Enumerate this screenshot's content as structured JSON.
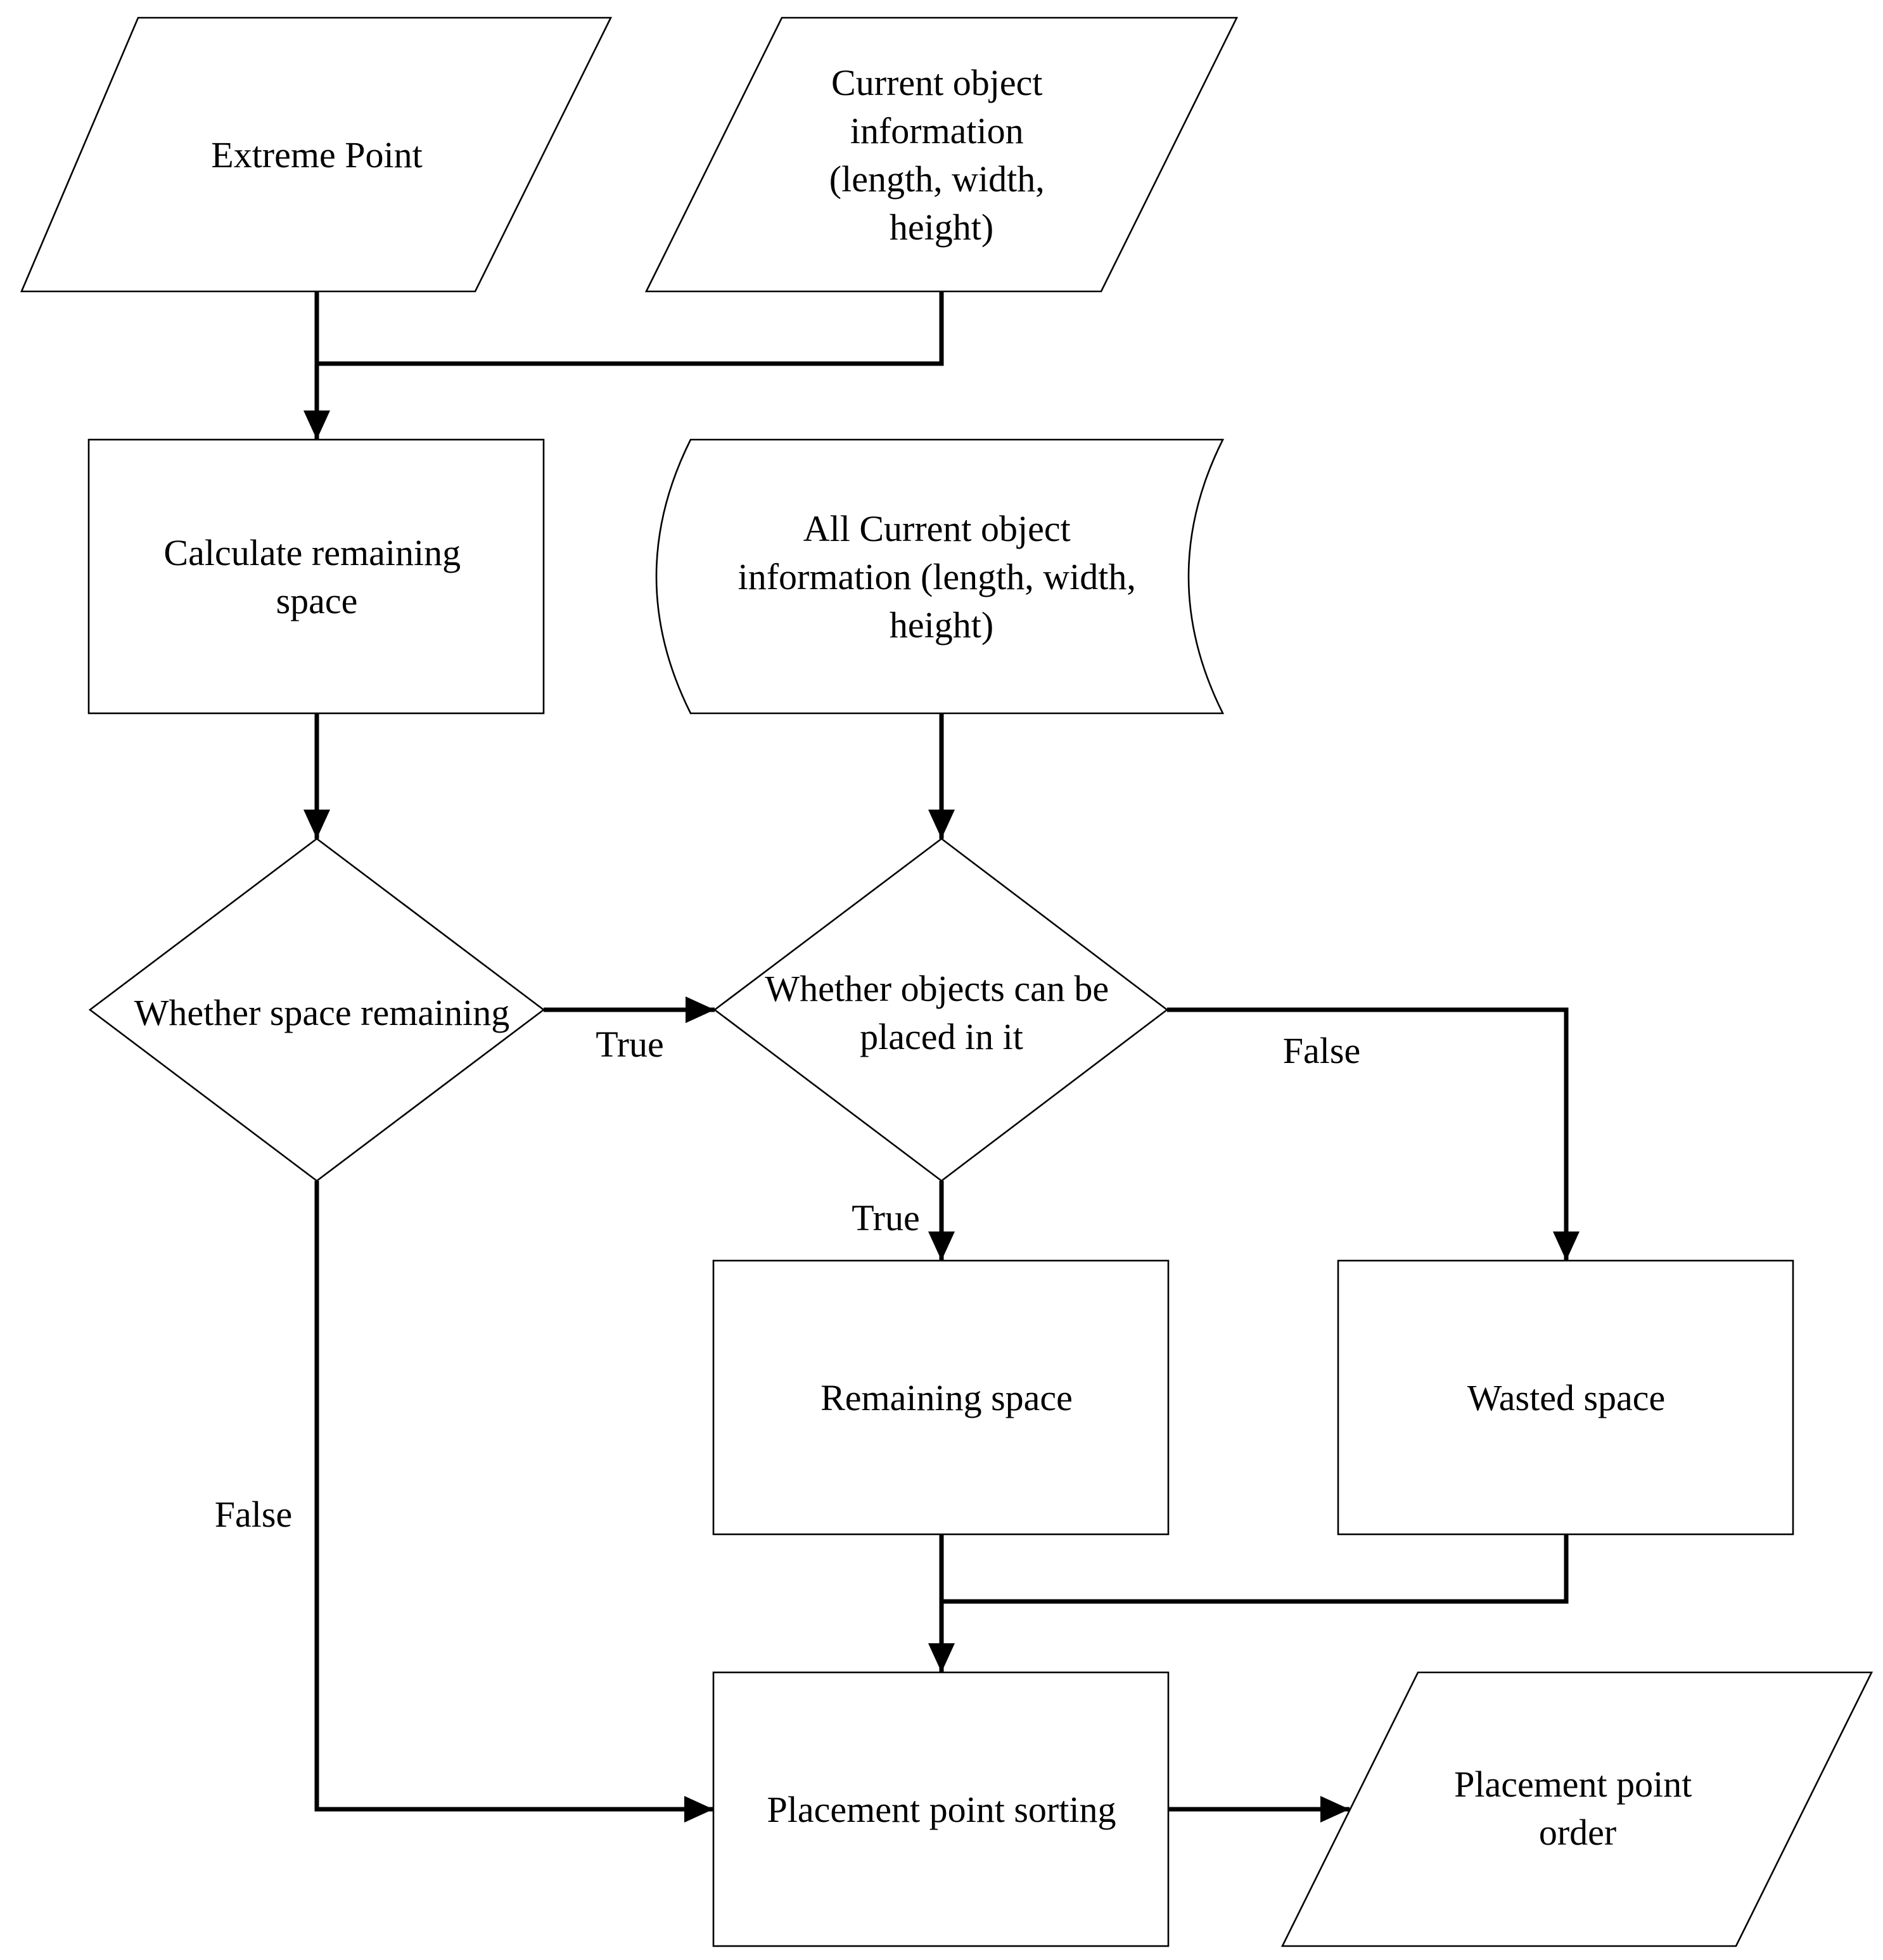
{
  "nodes": {
    "extreme_point": {
      "lines": [
        "Extreme Point"
      ]
    },
    "current_object_info": {
      "lines": [
        "Current object",
        "information",
        "(length, width,",
        "height)"
      ]
    },
    "calculate_remaining": {
      "lines": [
        "Calculate remaining",
        "space"
      ]
    },
    "all_current_object_info": {
      "lines": [
        "All Current object",
        "information (length, width,",
        "height)"
      ]
    },
    "whether_space_remaining": {
      "lines": [
        "Whether space remaining"
      ]
    },
    "whether_objects_placed": {
      "lines": [
        "Whether objects can be",
        "placed in it"
      ]
    },
    "remaining_space": {
      "lines": [
        "Remaining space"
      ]
    },
    "wasted_space": {
      "lines": [
        "Wasted space"
      ]
    },
    "placement_point_sorting": {
      "lines": [
        "Placement point sorting"
      ]
    },
    "placement_point_order": {
      "lines": [
        "Placement point",
        "order"
      ]
    }
  },
  "edge_labels": {
    "space_true": "True",
    "space_false": "False",
    "objects_true": "True",
    "objects_false": "False"
  },
  "colors": {
    "stroke": "#000000",
    "fill": "#ffffff"
  }
}
